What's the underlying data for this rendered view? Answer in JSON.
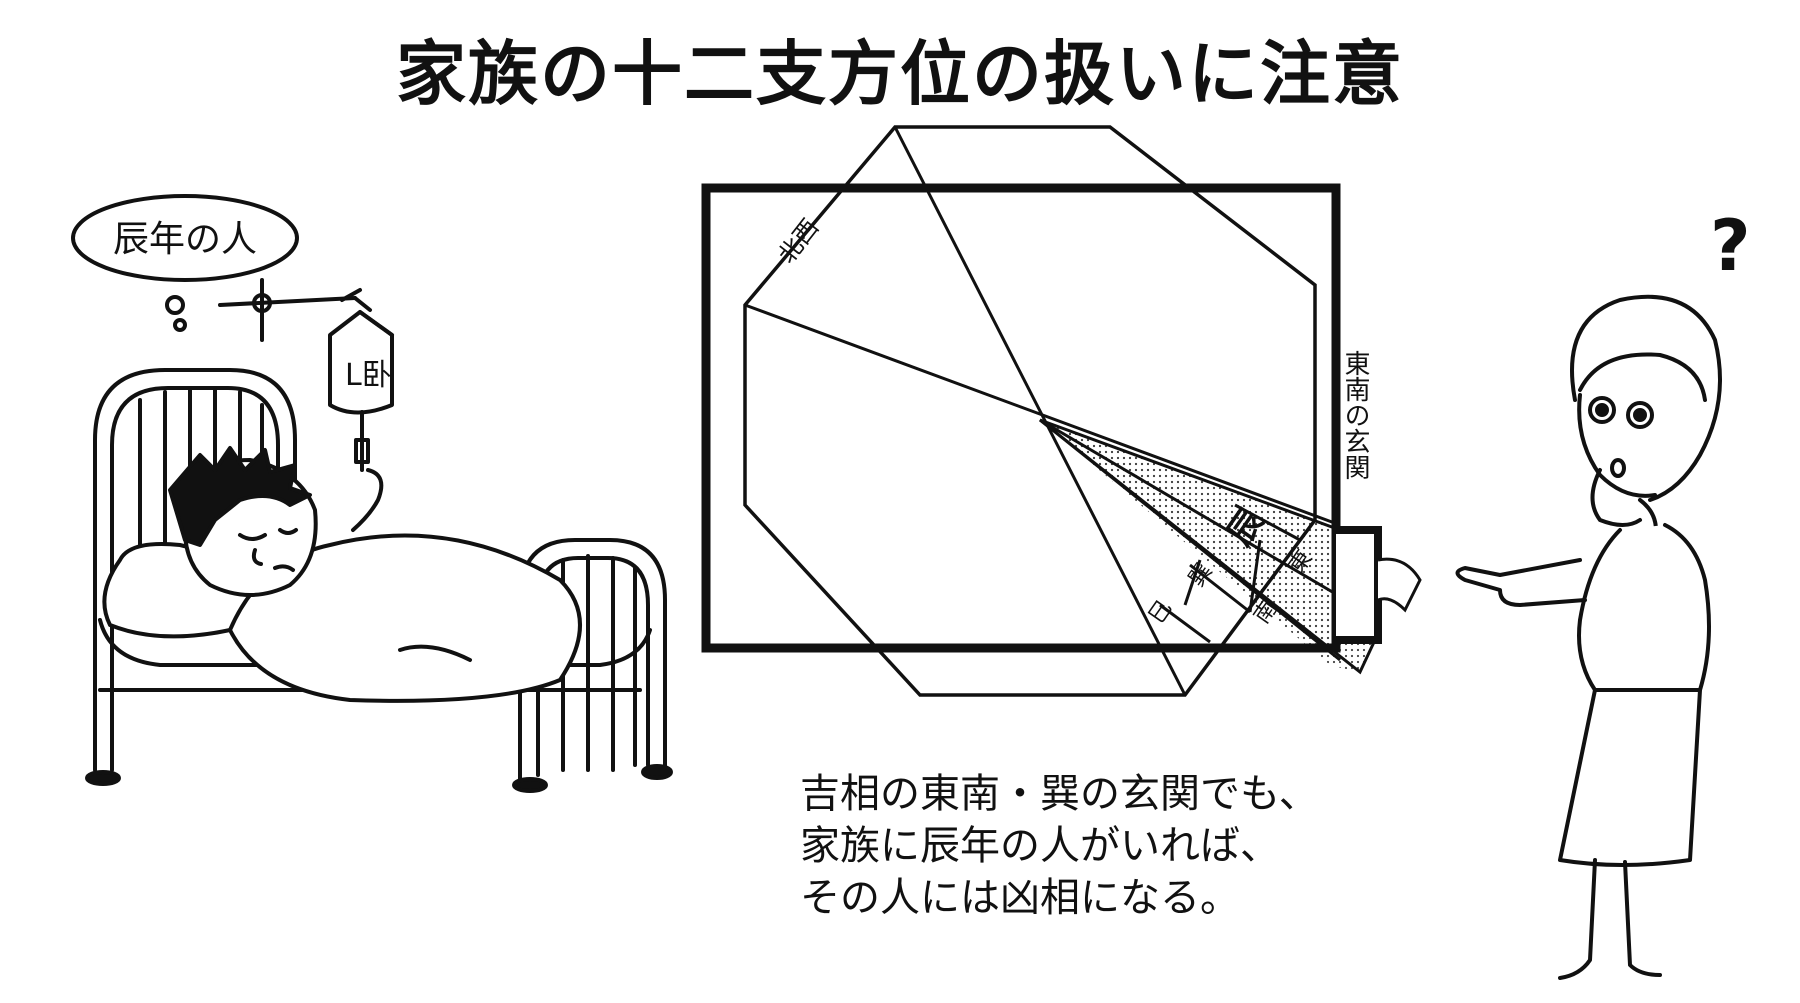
{
  "title": "家族の十二支方位の扱いに注意",
  "bubble": "辰年の人",
  "iv_bag_label": "L卧",
  "diagram": {
    "label_nw": "北西",
    "label_entrance": "東南の玄関",
    "sector_labels": [
      "辰",
      "巽",
      "巳",
      "東",
      "南"
    ]
  },
  "caption": [
    "吉相の東南・巽の玄関でも、",
    "家族に辰年の人がいれば、",
    "その人には凶相になる。"
  ],
  "question_mark": "?"
}
